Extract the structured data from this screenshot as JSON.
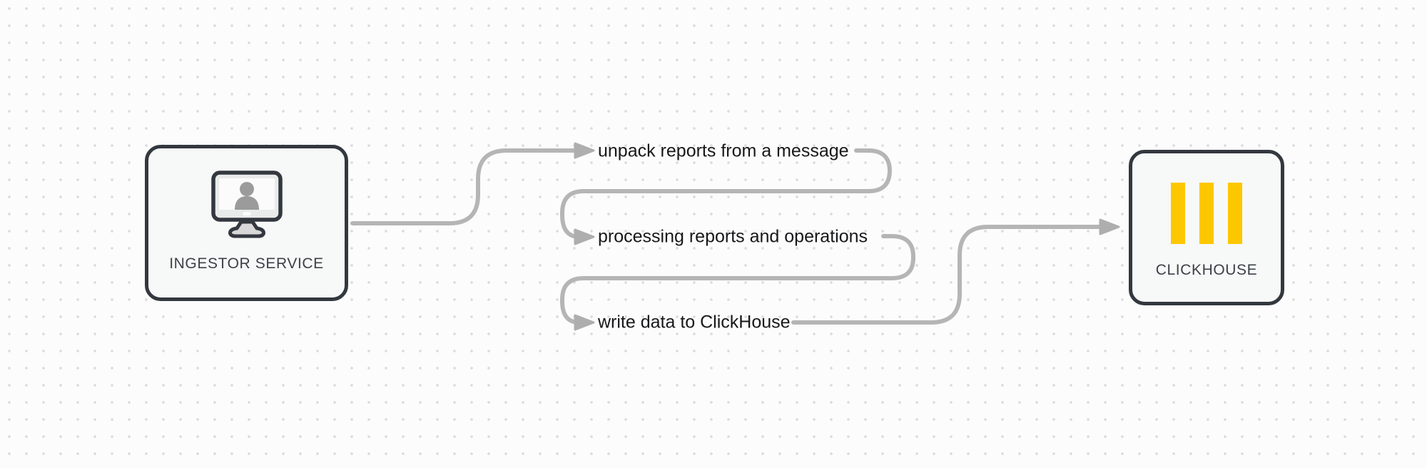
{
  "diagram": {
    "nodes": {
      "ingestor": {
        "label": "INGESTOR SERVICE",
        "icon": "monitor-user-icon"
      },
      "clickhouse": {
        "label": "CLICKHOUSE",
        "icon": "clickhouse-bars-icon"
      }
    },
    "steps": [
      {
        "label": "unpack reports from a message"
      },
      {
        "label": "processing reports and operations"
      },
      {
        "label": "write data to ClickHouse"
      }
    ]
  },
  "colors": {
    "background": "#fcfcfc",
    "grid_dot": "#dcdcdc",
    "node_border": "#33383f",
    "node_fill": "#f7f8f8",
    "connector": "#b5b5b5",
    "arrowhead": "#aeaeae",
    "label_text": "#17181a",
    "node_label_text": "#3c4248",
    "accent_yellow": "#fdc700",
    "icon_gray": "#9b9b9b"
  }
}
